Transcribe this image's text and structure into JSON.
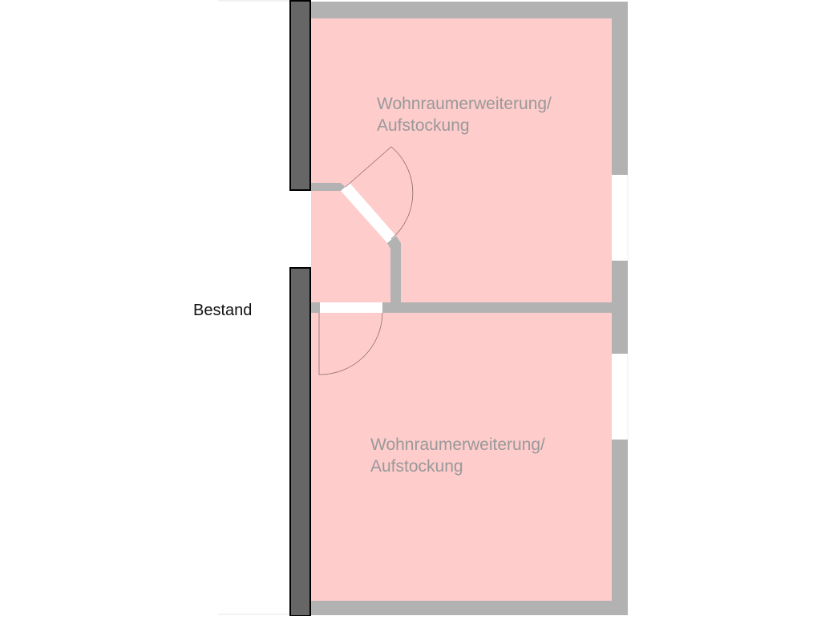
{
  "plan": {
    "colors": {
      "room_fill": "#ffcccc",
      "new_wall": "#b2b2b2",
      "existing_wall": "#666666",
      "existing_wall_outline": "#000000",
      "opening": "#ffffff",
      "door_swing": "#8c6e6e",
      "room_label": "#999999",
      "existing_label": "#111111"
    },
    "rooms": [
      {
        "label": "Wohnraumerweiterung/\nAufstockung"
      },
      {
        "label": "Wohnraumerweiterung/\nAufstockung"
      }
    ],
    "existing_label": "Bestand"
  }
}
